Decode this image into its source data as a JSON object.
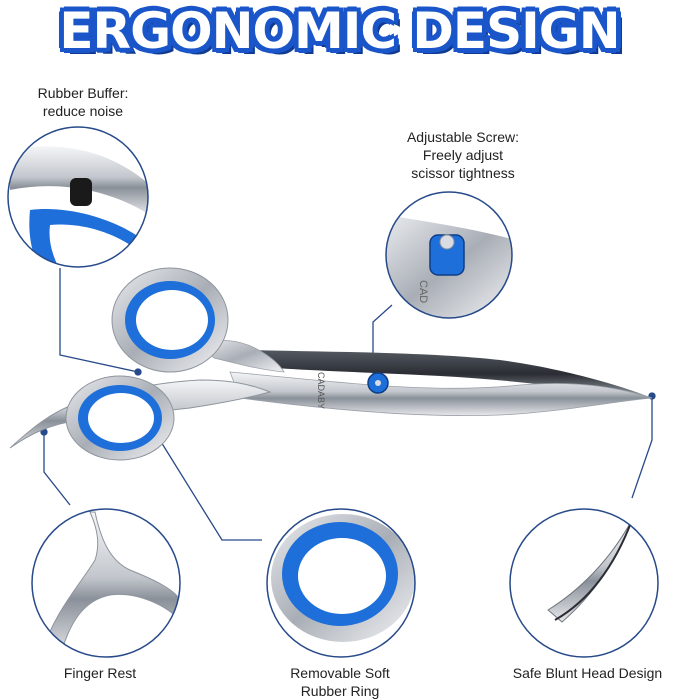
{
  "title": "ERGONOMIC DESIGN",
  "callouts": {
    "rubber_buffer": {
      "line1": "Rubber Buffer:",
      "line2": "reduce noise"
    },
    "adjustable_screw": {
      "line1": "Adjustable Screw:",
      "line2": "Freely adjust",
      "line3": "scissor tightness"
    },
    "finger_rest": "Finger Rest",
    "rubber_ring": {
      "line1": "Removable Soft",
      "line2": "Rubber Ring"
    },
    "blunt_head": "Safe Blunt Head Design"
  },
  "brand_engraving": "CADABY",
  "brand_engraving_zoom": "CAD",
  "colors": {
    "accent_blue": "#1a56c9",
    "ring_blue": "#1e6fd9",
    "line_blue": "#274a8a",
    "steel": "#c9ccd1"
  }
}
